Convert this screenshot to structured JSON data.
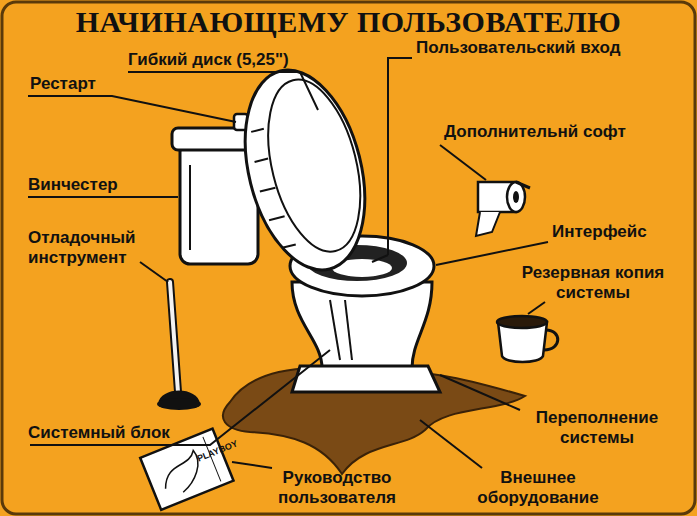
{
  "diagram": {
    "title": "НАЧИНАЮЩЕМУ ПОЛЬЗОВАТЕЛЮ",
    "labels": [
      "Гибкий диск (5,25\")",
      "Пользовательский вход",
      "Рестарт",
      "Дополнительнй софт",
      "Винчестер",
      "Интерфейс",
      "Отладочный инструмент",
      "Резервная копия системы",
      "Переполнение системы",
      "Системный блок",
      "PLAYBOY",
      "Руководство пользователя",
      "Внешнее оборудование"
    ]
  }
}
